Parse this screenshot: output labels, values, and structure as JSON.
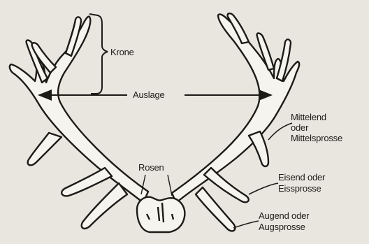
{
  "diagram": {
    "labels": {
      "krone": "Krone",
      "auslage": "Auslage",
      "rosen": "Rosen",
      "mittelsprosse_1": "Mittelend",
      "mittelsprosse_2": "oder",
      "mittelsprosse_3": "Mittelsprosse",
      "eissprosse_1": "Eisend oder",
      "eissprosse_2": "Eissprosse",
      "augsprosse_1": "Augend oder",
      "augsprosse_2": "Augsprosse"
    },
    "colors": {
      "background": "#e9e6df",
      "antler_fill": "#f6f4ef",
      "outline": "#1d1b18"
    }
  }
}
